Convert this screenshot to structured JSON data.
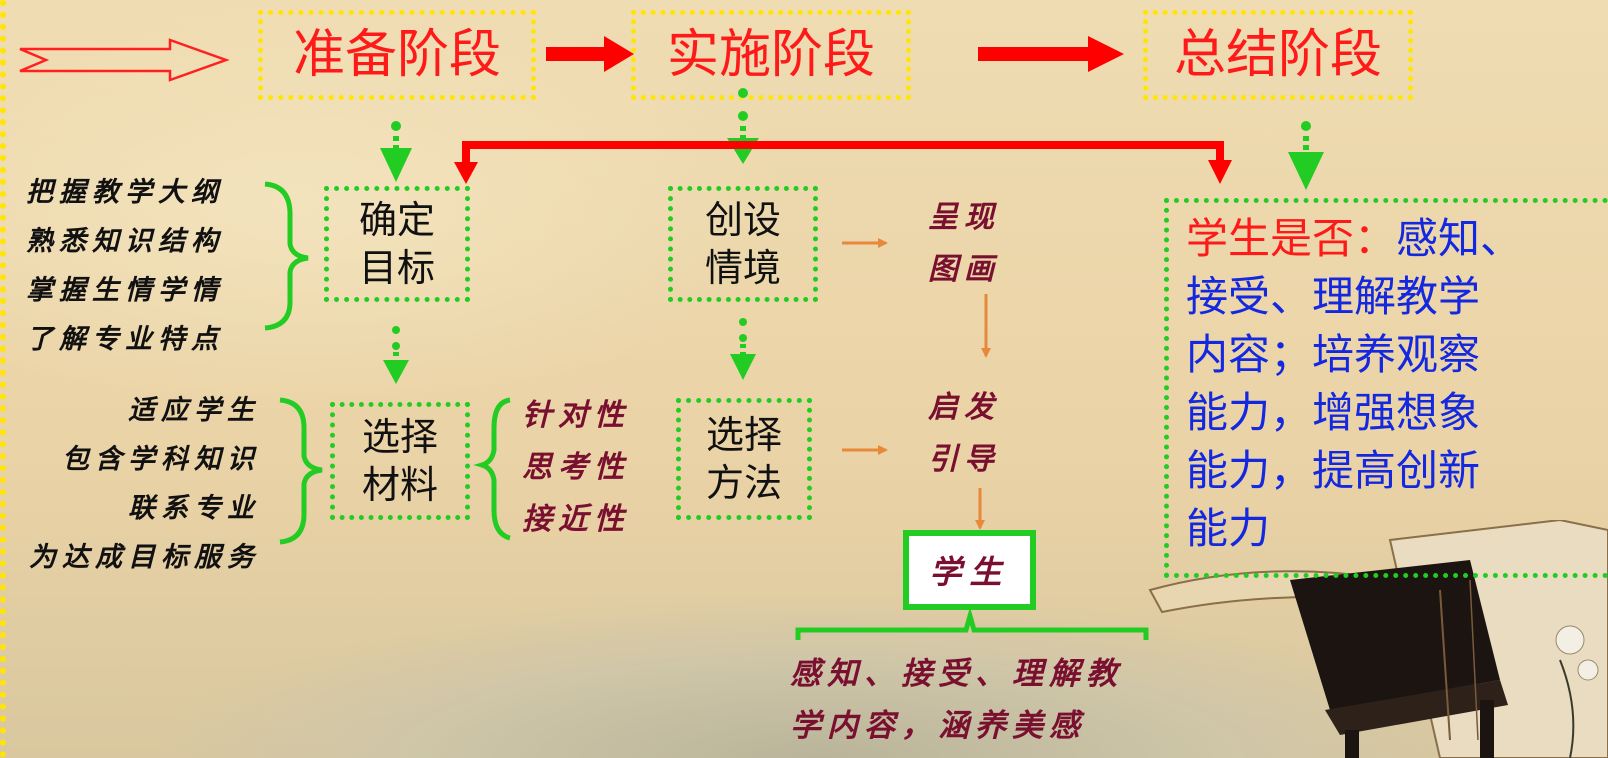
{
  "stages": [
    "准备阶段",
    "实施阶段",
    "总结阶段"
  ],
  "boxes": {
    "goal": [
      "确定",
      "目标"
    ],
    "material": [
      "选择",
      "材料"
    ],
    "situation": [
      "创设",
      "情境"
    ],
    "method": [
      "选择",
      "方法"
    ]
  },
  "left_text_top": [
    "把握教学大纲",
    "熟悉知识结构",
    "掌握生情学情",
    "了解专业特点"
  ],
  "left_text_bottom": [
    "适应学生",
    "包含学科知识",
    "联系专业",
    "为达成目标服务"
  ],
  "material_traits": [
    "针对性",
    "思考性",
    "接近性"
  ],
  "steps": {
    "present": [
      "呈现",
      "图画"
    ],
    "guide": [
      "启发",
      "引导"
    ]
  },
  "student_label": "学生",
  "bottom_text": [
    "感知、接受、理解教",
    "学内容，涵养美感"
  ],
  "result": {
    "prefix": "学生是否：",
    "lines": [
      "感知、",
      "接受、理解教学",
      "内容；培养观察",
      "能力，增强想象",
      "能力，提高创新",
      "能力"
    ]
  },
  "colors": {
    "stage_text": "#ff1a1a",
    "yellow_border": "#ffe600",
    "green": "#22cc22",
    "red_arrow": "#ff0000",
    "orange_arrow": "#e8883a",
    "maroon_text": "#7a1030",
    "blue_text": "#1428e0"
  }
}
